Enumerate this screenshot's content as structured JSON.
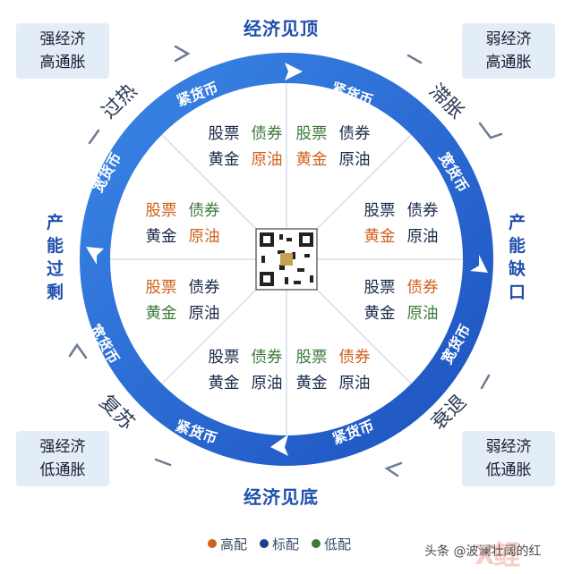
{
  "corners": {
    "top_left": [
      "强经济",
      "高通胀"
    ],
    "top_right": [
      "弱经济",
      "高通胀"
    ],
    "bottom_left": [
      "强经济",
      "低通胀"
    ],
    "bottom_right": [
      "弱经济",
      "低通胀"
    ]
  },
  "phases": {
    "top": "经济见顶",
    "bottom": "经济见底",
    "right": [
      "产",
      "能",
      "缺",
      "口"
    ],
    "left": [
      "产",
      "能",
      "过",
      "剩"
    ],
    "overheat": "过热",
    "stagflation": "滞胀",
    "recession": "衰退",
    "recovery": "复苏"
  },
  "policy": {
    "tight": "紧货币",
    "loose": "宽货币"
  },
  "asset_names": {
    "stock": "股票",
    "bond": "债券",
    "gold": "黄金",
    "oil": "原油"
  },
  "sectors": [
    {
      "id": "s1",
      "stock": "std",
      "bond": "low",
      "gold": "std",
      "oil": "high"
    },
    {
      "id": "s2",
      "stock": "low",
      "bond": "std",
      "gold": "high",
      "oil": "std"
    },
    {
      "id": "s3",
      "stock": "std",
      "bond": "std",
      "gold": "high",
      "oil": "std"
    },
    {
      "id": "s4",
      "stock": "std",
      "bond": "high",
      "gold": "std",
      "oil": "low"
    },
    {
      "id": "s5",
      "stock": "low",
      "bond": "high",
      "gold": "std",
      "oil": "std"
    },
    {
      "id": "s6",
      "stock": "std",
      "bond": "low",
      "gold": "std",
      "oil": "std"
    },
    {
      "id": "s7",
      "stock": "high",
      "bond": "std",
      "gold": "low",
      "oil": "std"
    },
    {
      "id": "s8",
      "stock": "high",
      "bond": "low",
      "gold": "std",
      "oil": "high"
    }
  ],
  "legend": [
    {
      "label": "高配",
      "color": "#d0621e"
    },
    {
      "label": "标配",
      "color": "#1f3f8a"
    },
    {
      "label": "低配",
      "color": "#3d7a3a"
    }
  ],
  "watermark": "头条 @波澜壮阔的红",
  "colors": {
    "ring": "#2a6fd6",
    "ring_dark": "#1d4fb8",
    "phase_text": "#1f4fae"
  }
}
